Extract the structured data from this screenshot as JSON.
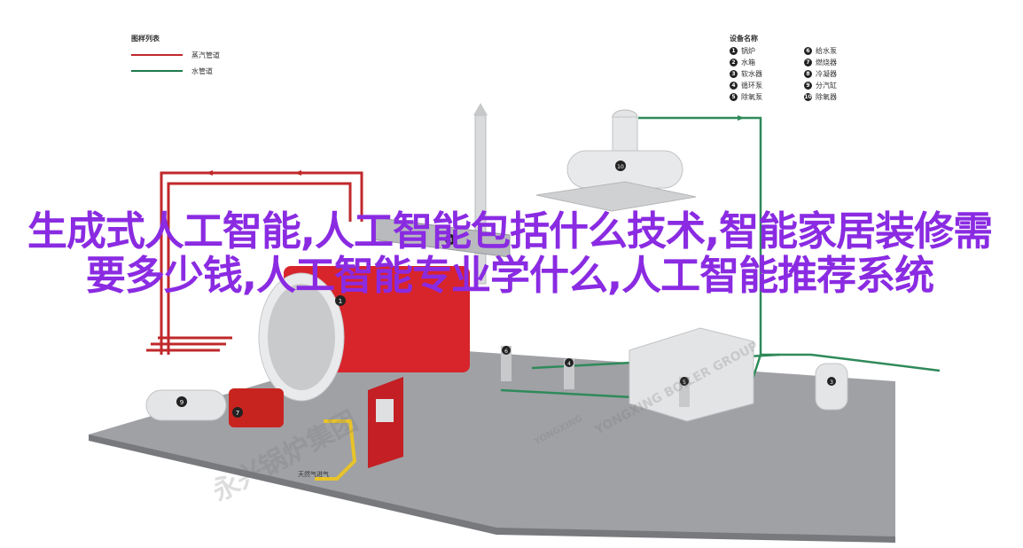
{
  "legend": {
    "title": "图样列表",
    "items": [
      {
        "label": "蒸汽管道",
        "color": "#c0282b"
      },
      {
        "label": "水管道",
        "color": "#1f7a4a"
      }
    ]
  },
  "equipment": {
    "title": "设备名称",
    "items": [
      {
        "num": "1",
        "label": "锅炉"
      },
      {
        "num": "6",
        "label": "给水泵"
      },
      {
        "num": "2",
        "label": "水箱"
      },
      {
        "num": "7",
        "label": "燃烧器"
      },
      {
        "num": "3",
        "label": "软水器"
      },
      {
        "num": "8",
        "label": "冷凝器"
      },
      {
        "num": "4",
        "label": "循环泵"
      },
      {
        "num": "9",
        "label": "分汽缸"
      },
      {
        "num": "5",
        "label": "除氧泵"
      },
      {
        "num": "10",
        "label": "除氧器"
      }
    ]
  },
  "headline": "生成式人工智能,人工智能包括什么技术,智能家居装修需要多少钱,人工智能专业学什么,人工智能推荐系统",
  "fuel_label": "天然气进气",
  "watermarks": [
    "永兴锅炉集团",
    "YONGXING BOILER GROUP",
    "YONGXING"
  ],
  "colors": {
    "steam": "#c0282b",
    "water": "#1f7a4a",
    "headline": "#8a2be2",
    "boiler_red": "#d8242b",
    "floor": "#9a9ca0"
  }
}
